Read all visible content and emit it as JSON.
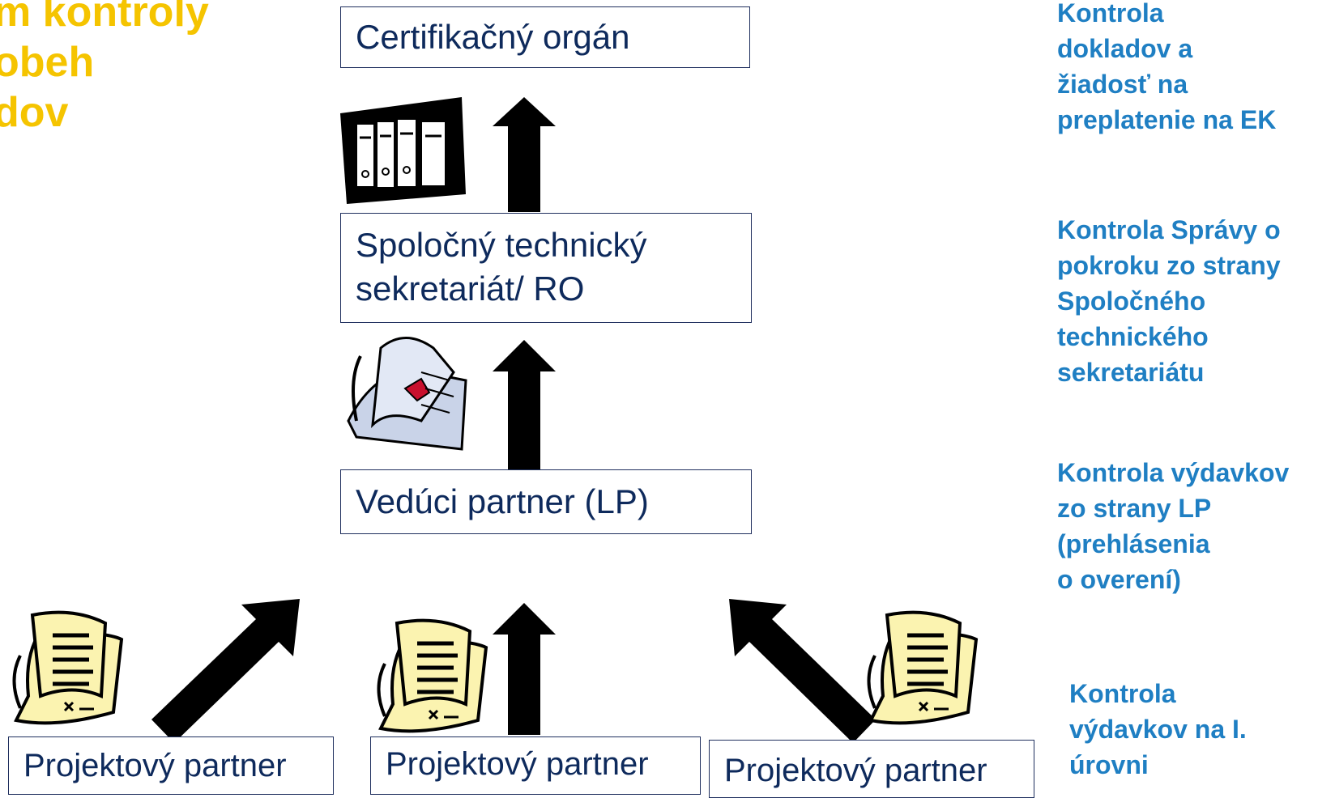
{
  "title": {
    "line1": "m kontroly",
    "line2": "obeh",
    "line3": "dov"
  },
  "boxes": {
    "certifikacny": "Certifikačný orgán",
    "sts_line1": "Spoločný technický",
    "sts_line2": "sekretariát/ RO",
    "lp": "Vedúci partner (LP)",
    "pp1": "Projektový partner",
    "pp2": "Projektový partner",
    "pp3": "Projektový partner"
  },
  "notes": {
    "n1": [
      "Kontrola",
      "dokladov a",
      "žiadosť na",
      "preplatenie na EK"
    ],
    "n2": [
      "Kontrola Správy o",
      "pokroku zo strany",
      "Spoločného",
      "technického",
      "sekretariátu"
    ],
    "n3": [
      "Kontrola výdavkov",
      "zo strany LP",
      "(prehlásenia",
      "o overení)"
    ],
    "n4": [
      "Kontrola",
      "výdavkov na I.",
      "úrovni"
    ]
  },
  "colors": {
    "title": "#f5c400",
    "box_text": "#0e2a5c",
    "note_text": "#1f7fc3",
    "arrow": "#000000",
    "paper": "#fbf3b0"
  },
  "icons": [
    "binders-icon",
    "report-document-icon",
    "scroll-document-icon"
  ]
}
